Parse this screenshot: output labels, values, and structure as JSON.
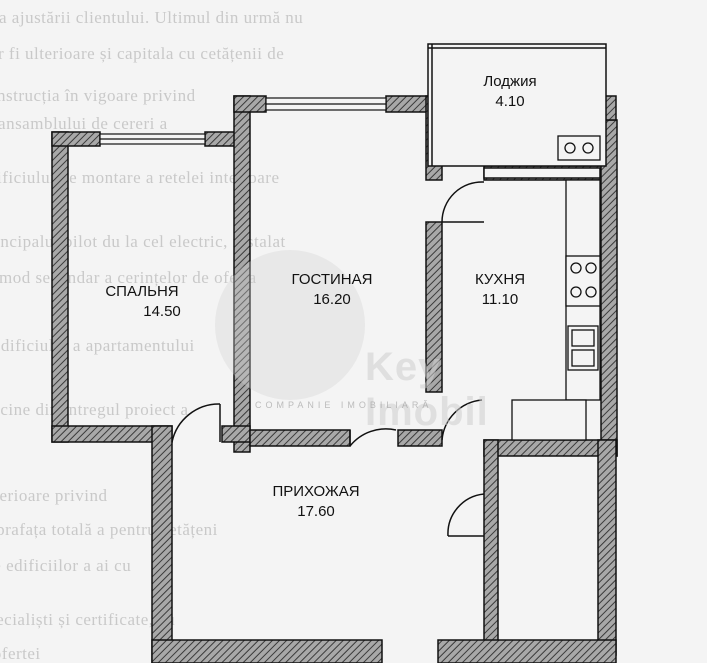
{
  "rooms": {
    "loggia": {
      "name": "Лоджия",
      "area": "4.10"
    },
    "living": {
      "name": "ГОСТИНАЯ",
      "area": "16.20"
    },
    "bedroom": {
      "name": "СПАЛЬНЯ",
      "area": "14.50"
    },
    "kitchen": {
      "name": "КУХНЯ",
      "area": "11.10"
    },
    "hall": {
      "name": "ПРИХОЖАЯ",
      "area": "17.60"
    }
  },
  "watermark": {
    "brand": "Key Imobil",
    "tagline": "COMPANIE IMOBILIARĂ"
  },
  "colors": {
    "wall_fill": "#8c8c8c",
    "wall_stroke": "#111111",
    "background": "#f4f4f4",
    "text": "#111111"
  }
}
